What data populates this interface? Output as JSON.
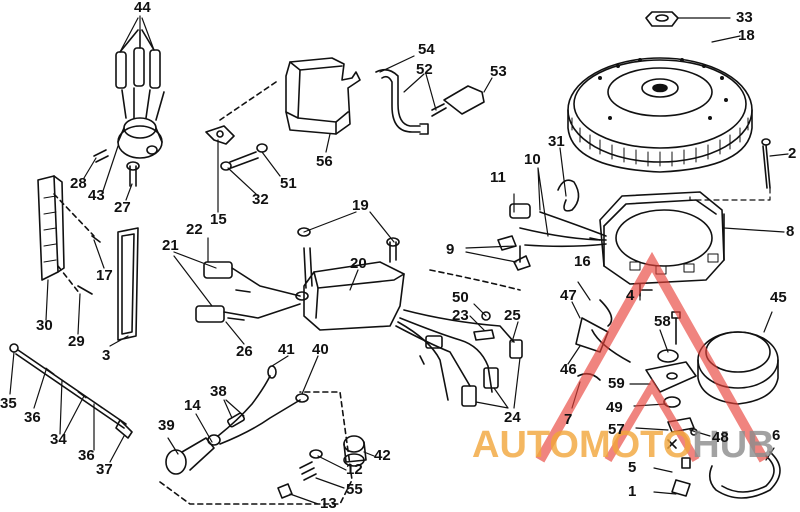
{
  "diagram": {
    "callouts": [
      "1",
      "2",
      "3",
      "4",
      "5",
      "6",
      "7",
      "8",
      "9",
      "10",
      "11",
      "12",
      "13",
      "14",
      "15",
      "16",
      "17",
      "18",
      "19",
      "20",
      "21",
      "22",
      "23",
      "24",
      "25",
      "26",
      "27",
      "28",
      "29",
      "30",
      "31",
      "32",
      "33",
      "34",
      "35",
      "36",
      "37",
      "38",
      "39",
      "40",
      "41",
      "42",
      "43",
      "44",
      "45",
      "46",
      "47",
      "48",
      "49",
      "50",
      "51",
      "52",
      "53",
      "54",
      "55",
      "56",
      "57",
      "58",
      "59"
    ],
    "labels": {
      "l33": "33",
      "l18": "18",
      "l2": "2",
      "l8": "8",
      "l45": "45",
      "l6": "6",
      "l1": "1",
      "l5": "5",
      "l48": "48",
      "l57": "57",
      "l49": "49",
      "l59": "59",
      "l58": "58",
      "l4": "4",
      "l7": "7",
      "l46": "46",
      "l47": "47",
      "l16": "16",
      "l9": "9",
      "l11": "11",
      "l10": "10",
      "l31": "31",
      "l53": "53",
      "l52": "52",
      "l54": "54",
      "l56": "56",
      "l51": "51",
      "l32": "32",
      "l15": "15",
      "l44": "44",
      "l43": "43",
      "l27": "27",
      "l28": "28",
      "l17": "17",
      "l30": "30",
      "l29": "29",
      "l3": "3",
      "l19": "19",
      "l20": "20",
      "l21": "21",
      "l22": "22",
      "l26": "26",
      "l50": "50",
      "l23": "23",
      "l25": "25",
      "l24": "24",
      "l35": "35",
      "l36a": "36",
      "l34": "34",
      "l36b": "36",
      "l37": "37",
      "l14": "14",
      "l38": "38",
      "l39": "39",
      "l41": "41",
      "l40": "40",
      "l42": "42",
      "l12": "12",
      "l55": "55",
      "l13": "13"
    }
  },
  "watermark": {
    "text_part1": "AUTOMOTO",
    "text_part2": "HUB",
    "colors": {
      "orange": "#f2a63a",
      "red": "#e8423a",
      "gray": "#8c8c8c"
    }
  }
}
